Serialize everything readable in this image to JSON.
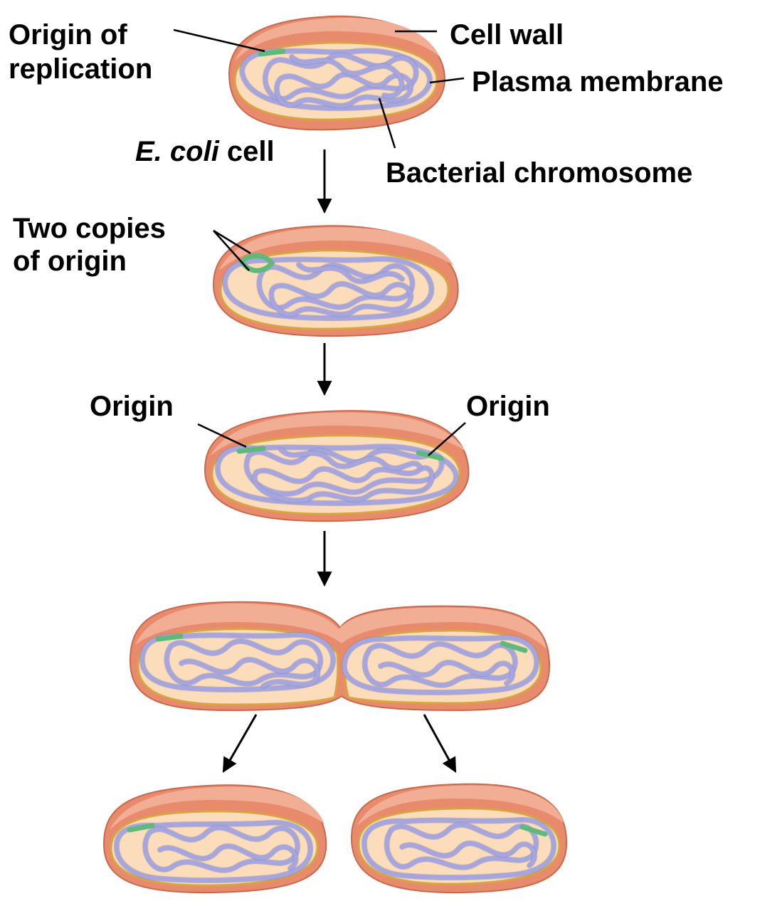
{
  "labels": {
    "origin_of_replication_line1": "Origin of",
    "origin_of_replication_line2": "replication",
    "cell_wall": "Cell wall",
    "plasma_membrane": "Plasma membrane",
    "ecoli_italic": "E. coli",
    "ecoli_cell": " cell",
    "bacterial_chromosome": "Bacterial chromosome",
    "two_copies_line1": "Two copies",
    "two_copies_line2": "of origin",
    "origin_left": "Origin",
    "origin_right": "Origin"
  },
  "colors": {
    "cell_wall": "#e88a6c",
    "cell_wall_top": "#f2ae95",
    "membrane": "#d7a640",
    "cytoplasm": "#fbdcbb",
    "chromosome": "#a6a6de",
    "chromosome_edge": "#7d7dbc",
    "origin": "#5fb97c",
    "ink": "#000000"
  }
}
